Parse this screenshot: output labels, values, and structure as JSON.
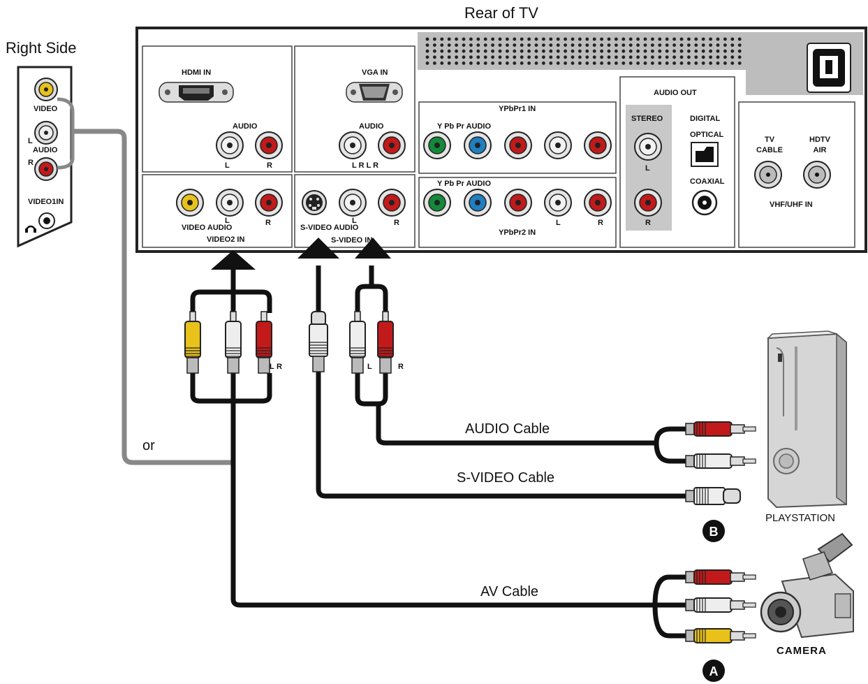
{
  "colors": {
    "yellow": "#e8c21a",
    "white": "#d9d9d9",
    "red": "#c21a1a",
    "green": "#138a3a",
    "blue": "#1f7fc0",
    "panel_gray": "#bdbdbd",
    "cable_black": "#111111",
    "cable_gray": "#888888"
  },
  "icons": {
    "device_b": "game-console-icon",
    "device_a": "camcorder-icon",
    "power": "power-inlet-icon"
  },
  "labels": {
    "rear_title": "Rear of TV",
    "right_side_title": "Right Side",
    "side_video": "VIDEO",
    "side_l": "L",
    "side_audio": "AUDIO",
    "side_r": "R",
    "side_video1in": "VIDEO1IN",
    "hdmi_in": "HDMI IN",
    "hdmi_audio": "AUDIO",
    "hdmi_l": "L",
    "hdmi_r": "R",
    "vga_in": "VGA IN",
    "vga_audio": "AUDIO",
    "vga_lr": "L R L R",
    "ypbpr1_in": "YPbPr1 IN",
    "ypbpr1_row": "Y  Pb  Pr  AUDIO",
    "ypbpr2_row": "Y  Pb  Pr  AUDIO",
    "ypbpr2_l": "L",
    "ypbpr2_r": "R",
    "ypbpr2_in": "YPbPr2 IN",
    "audio_out": "AUDIO OUT",
    "stereo": "STEREO",
    "stereo_l": "L",
    "stereo_r": "R",
    "digital": "DIGITAL",
    "optical": "OPTICAL",
    "coaxial": "COAXIAL",
    "tv_cable_1": "TV",
    "tv_cable_2": "CABLE",
    "hdtv_air_1": "HDTV",
    "hdtv_air_2": "AIR",
    "vhf_uhf": "VHF/UHF IN",
    "video2_video_audio": "VIDEO AUDIO",
    "video2_l": "L",
    "video2_r": "R",
    "video2_in": "VIDEO2 IN",
    "svideo_audio": "S-VIDEO AUDIO",
    "svideo_l": "L",
    "svideo_r": "R",
    "svideo_in": "S-VIDEO IN",
    "plug_l1": "L",
    "plug_r1": "R",
    "plug_l2": "L",
    "plug_r2": "R",
    "audio_cable": "AUDIO Cable",
    "svideo_cable": "S-VIDEO Cable",
    "av_cable": "AV Cable",
    "or": "or",
    "playstation": "PLAYSTATION",
    "camera": "CAMERA",
    "marker_b": "B",
    "marker_a": "A"
  }
}
